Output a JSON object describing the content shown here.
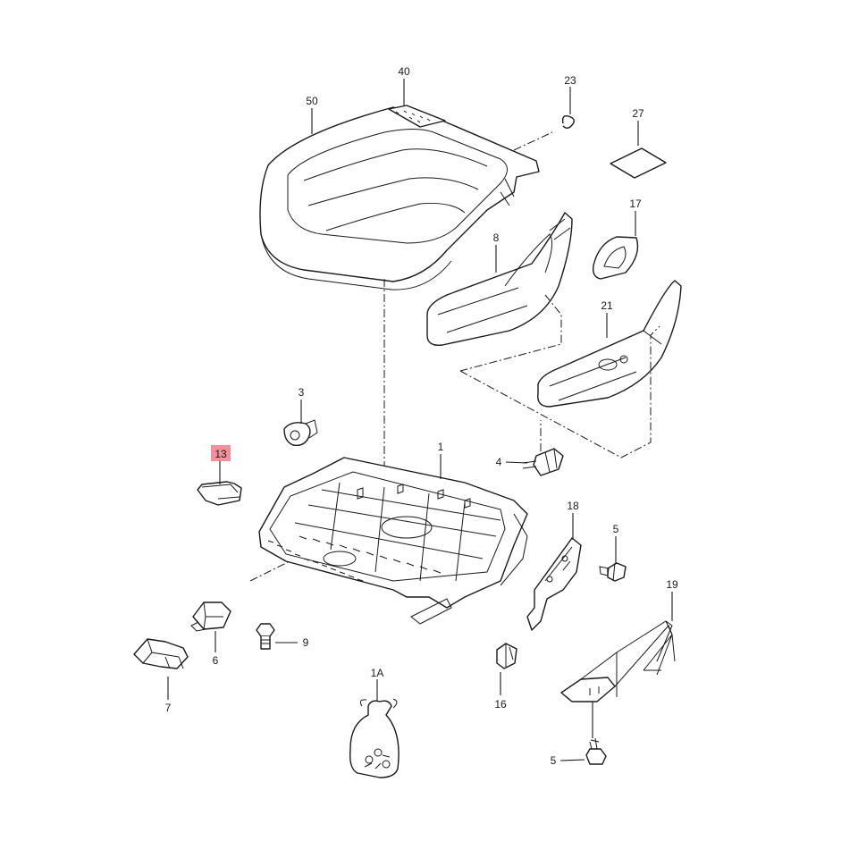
{
  "diagram": {
    "highlight_color": "#f07b86",
    "labels": {
      "p1": "1",
      "p1A": "1A",
      "p3": "3",
      "p4": "4",
      "p5a": "5",
      "p5b": "5",
      "p6": "6",
      "p7": "7",
      "p8": "8",
      "p9": "9",
      "p13": "13",
      "p16": "16",
      "p17": "17",
      "p18": "18",
      "p19": "19",
      "p21": "21",
      "p23": "23",
      "p27": "27",
      "p40": "40",
      "p50": "50"
    },
    "highlighted_part": "13"
  }
}
